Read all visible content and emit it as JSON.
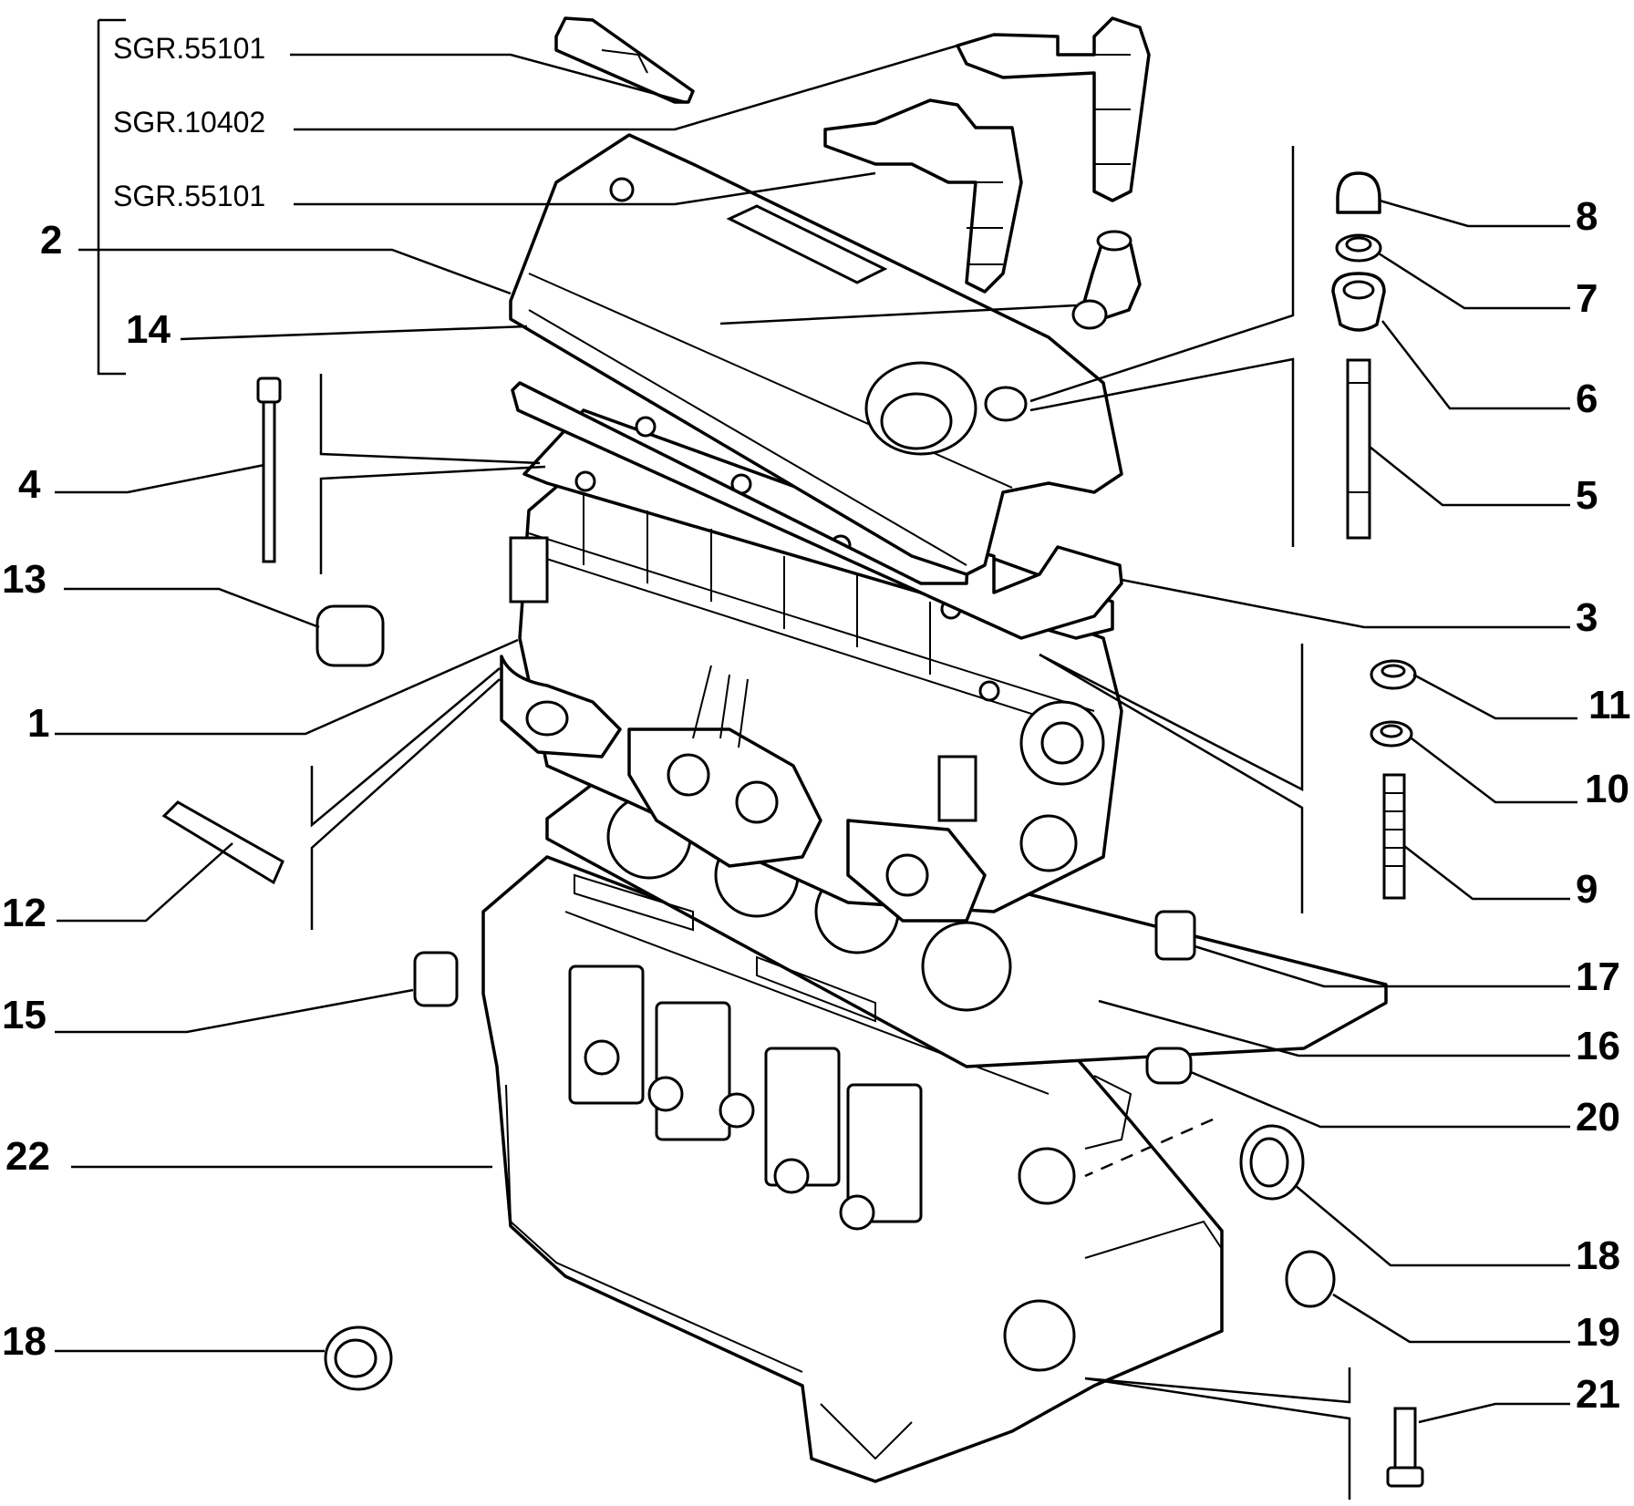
{
  "references": {
    "ref_1": "SGR.55101",
    "ref_2": "SGR.10402",
    "ref_3": "SGR.55101"
  },
  "part_labels": {
    "p1": "1",
    "p2": "2",
    "p3": "3",
    "p4": "4",
    "p5": "5",
    "p6": "6",
    "p7": "7",
    "p8": "8",
    "p9": "9",
    "p10": "10",
    "p11": "11",
    "p12": "12",
    "p13": "13",
    "p14": "14",
    "p15": "15",
    "p16": "16",
    "p17": "17",
    "p18a": "18",
    "p18b": "18",
    "p19": "19",
    "p20": "20",
    "p21": "21",
    "p22": "22"
  }
}
